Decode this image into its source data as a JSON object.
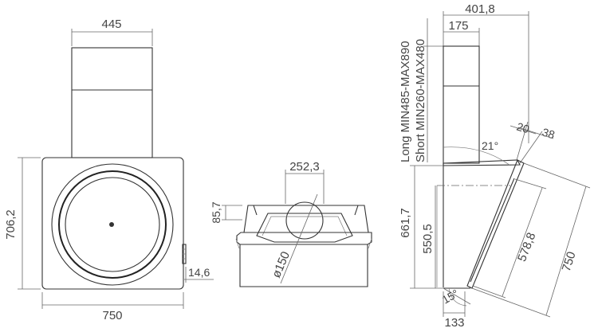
{
  "front_view": {
    "chimney_width": "445",
    "total_height": "706,2",
    "side_knob_depth": "14,6",
    "total_width": "750"
  },
  "section_view": {
    "outlet_width": "252,3",
    "outlet_height": "85,7",
    "duct_diameter": "ø150"
  },
  "side_view": {
    "total_depth": "401,8",
    "chimney_depth": "175",
    "long_chimney": "Long MIN485-MAX890",
    "short_chimney": "Short MIN260-MAX480",
    "small_dim_a": "20",
    "small_dim_b": "38",
    "tilt_angle": "21°",
    "body_height": "661,7",
    "inner_height": "550,5",
    "panel_inner": "578,8",
    "panel_length": "750",
    "bottom_angle": "15°",
    "bottom_depth": "133"
  }
}
